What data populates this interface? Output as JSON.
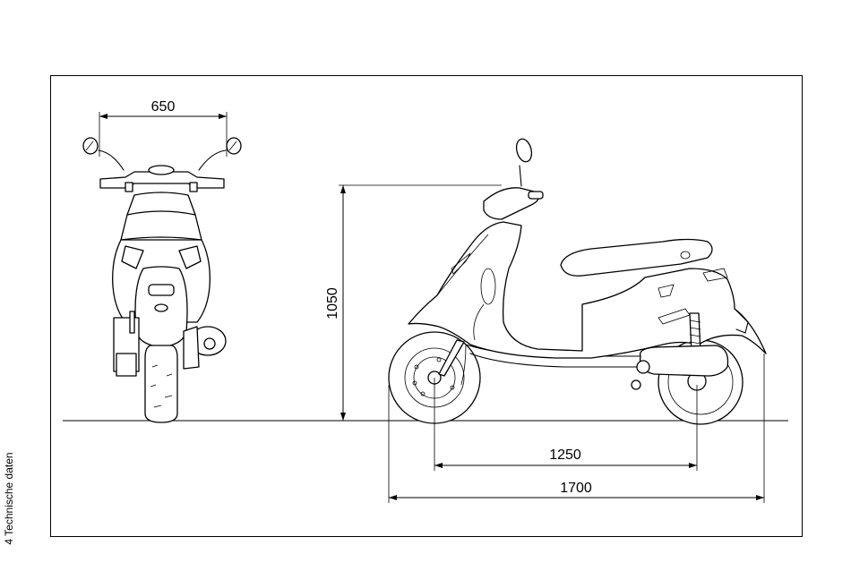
{
  "section_label": "4 Technische daten",
  "dimensions": {
    "width": "650",
    "height": "1050",
    "wheelbase": "1250",
    "length": "1700"
  }
}
